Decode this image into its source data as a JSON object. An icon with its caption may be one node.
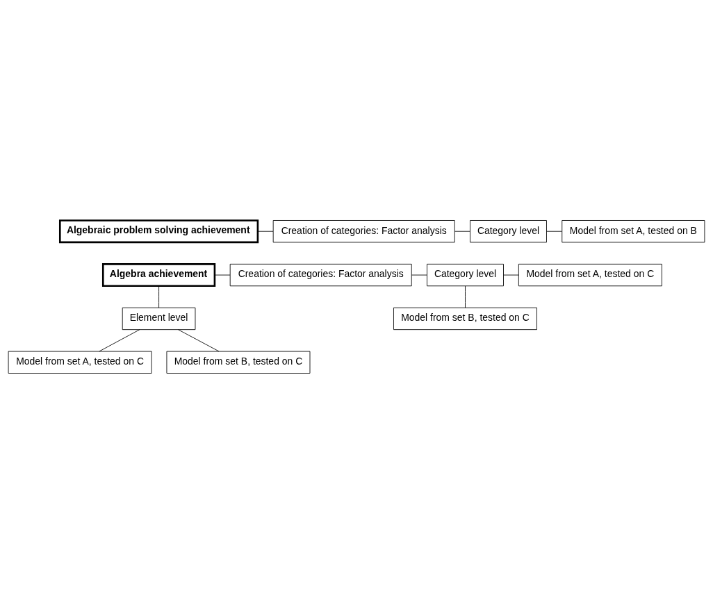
{
  "diagram": {
    "nodes": [
      {
        "text": [
          "Algebraic problem solving achievement"
        ]
      },
      {
        "text": [
          "Creation of categories: Factor analysis"
        ]
      },
      {
        "text": [
          "Category level"
        ]
      },
      {
        "text": [
          "Model from set A, tested on B"
        ]
      },
      {
        "text": [
          "Algebra achievement"
        ]
      },
      {
        "text": [
          "Creation of categories: Factor analysis"
        ]
      },
      {
        "text": [
          "Category level"
        ]
      },
      {
        "text": [
          "Model from set A, tested on C"
        ]
      },
      {
        "text": [
          "Model from set B, tested on C"
        ]
      },
      {
        "text": [
          "Element level"
        ]
      },
      {
        "text": [
          "Model from set A, tested on C"
        ]
      },
      {
        "text": [
          "Model from set B, tested on C"
        ]
      }
    ],
    "edges": [
      {
        "from": 0,
        "to": 1,
        "arrow": "none"
      },
      {
        "from": 1,
        "to": 2,
        "arrow": "none"
      },
      {
        "from": 2,
        "to": 3,
        "arrow": "none"
      },
      {
        "from": 4,
        "to": 5,
        "arrow": "none"
      },
      {
        "from": 5,
        "to": 6,
        "arrow": "none"
      },
      {
        "from": 6,
        "to": 7,
        "arrow": "none"
      },
      {
        "from": 6,
        "to": 8,
        "arrow": "none"
      },
      {
        "from": 4,
        "to": 9,
        "arrow": "none"
      },
      {
        "from": 9,
        "to": 10,
        "arrow": "none"
      },
      {
        "from": 9,
        "to": 11,
        "arrow": "none"
      }
    ]
  }
}
